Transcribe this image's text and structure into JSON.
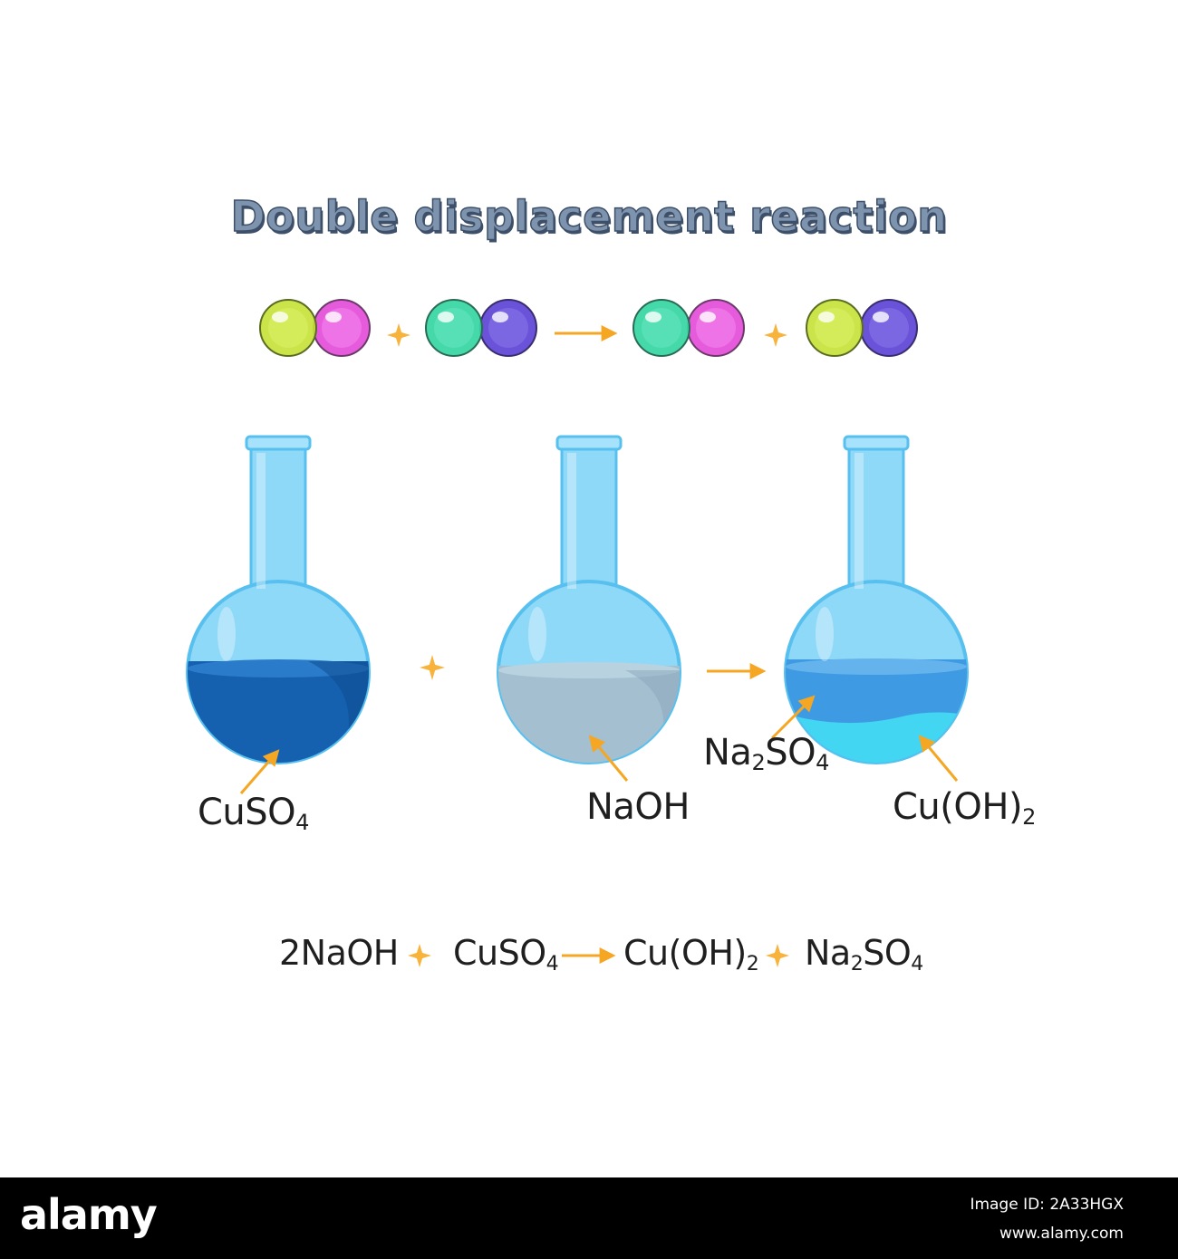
{
  "title": "Double displacement reaction",
  "colors": {
    "yellow_green": "#c6e23a",
    "magenta": "#e65bdc",
    "teal": "#35d6a3",
    "violet": "#6a52d9",
    "glass": "#8ed8f8",
    "glass_edge": "#58c0ee",
    "cuso4_liquid": "#1561b0",
    "naoh_liquid": "#a4bfd0",
    "na2so4_liquid": "#3e9be3",
    "cuoh2_precipitate": "#42d6f2",
    "arrow_orange": "#f5a623",
    "plus_orange": "#f8b33c"
  },
  "flasks": {
    "left": {
      "label_main": "CuSO",
      "label_sub": "4"
    },
    "middle": {
      "label_main": "NaOH"
    },
    "right": {
      "label_top_a": "Na",
      "label_top_sub1": "2",
      "label_top_b": "SO",
      "label_top_sub2": "4",
      "label_bottom_main": "Cu(OH)",
      "label_bottom_sub": "2"
    }
  },
  "equation": {
    "t1": "2NaOH",
    "t2_main": "CuSO",
    "t2_sub": "4",
    "t3_main": "Cu(OH)",
    "t3_sub": "2",
    "t4_a": "Na",
    "t4_sub1": "2",
    "t4_b": "SO",
    "t4_sub2": "4"
  },
  "footer": {
    "brand": "alamy",
    "image_id": "Image ID: 2A33HGX",
    "website": "www.alamy.com"
  }
}
